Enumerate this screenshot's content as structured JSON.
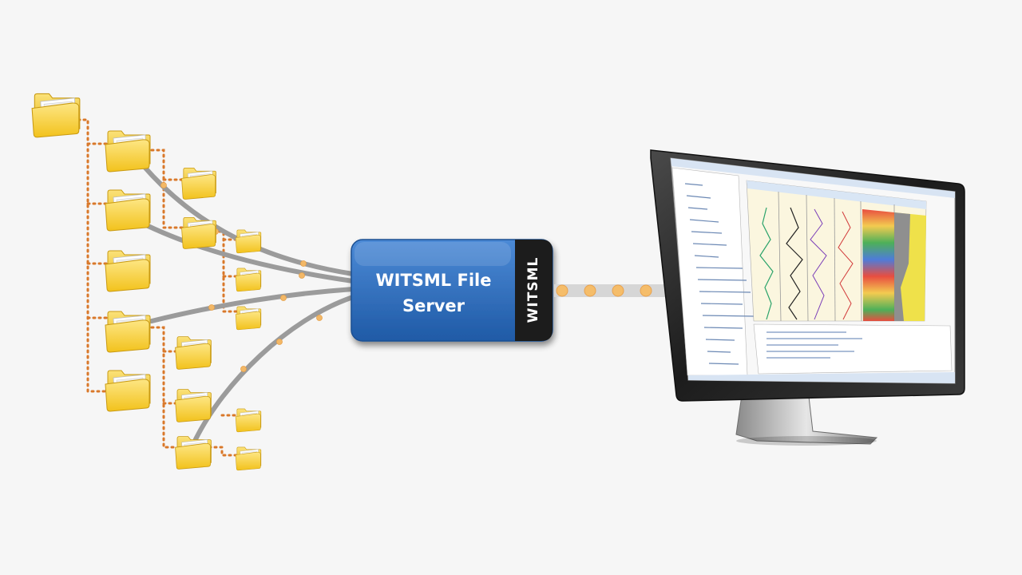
{
  "server": {
    "title_line1": "WITSML File",
    "title_line2": "Server",
    "tag": "WITSML"
  },
  "folder_icon": "folder-icon",
  "monitor_icon": "computer-monitor-icon",
  "colors": {
    "background": "#f6f6f6",
    "folder": "#f7cf2a",
    "server_blue": "#2c68b5",
    "server_tag": "#1e1e1e",
    "dotted_connector": "#d9782a",
    "cable": "#9e9e9e",
    "data_packet": "#f3b866"
  }
}
